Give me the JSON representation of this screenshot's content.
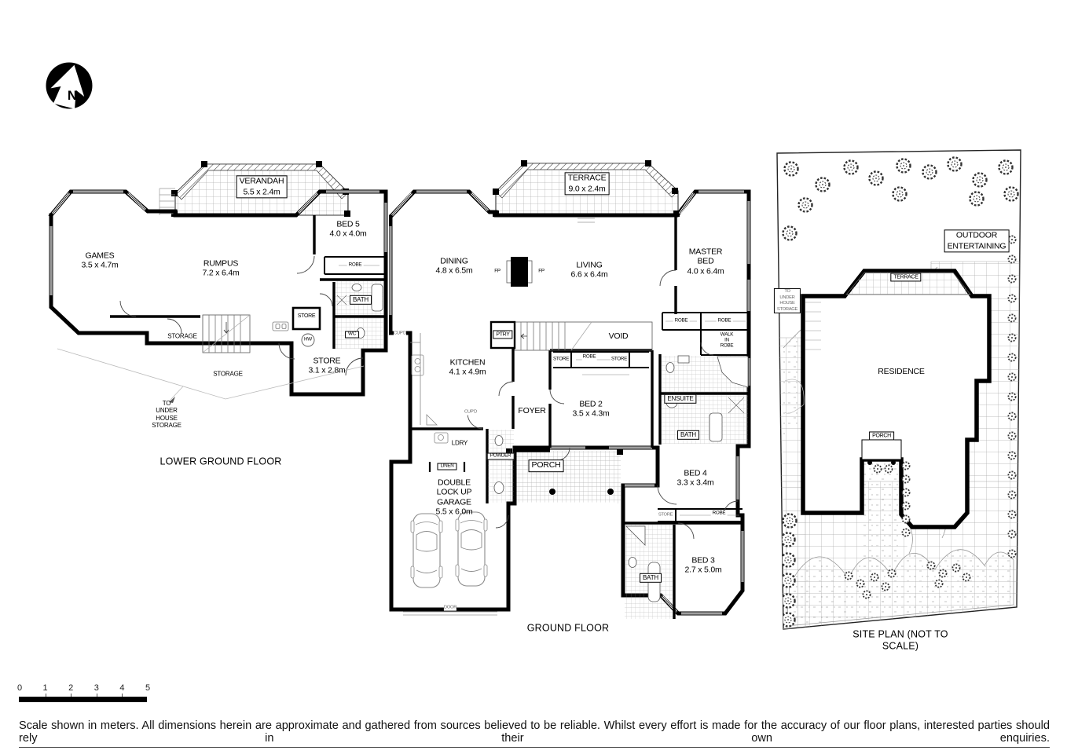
{
  "colors": {
    "ink": "#000000",
    "wall": "#000000",
    "thin_line": "#555555",
    "pattern_line": "#b5b5b5",
    "paper": "#ffffff"
  },
  "north_label": "N",
  "lgf": {
    "title": "LOWER GROUND FLOOR",
    "labels": {
      "verandah": "VERANDAH\n5.5 x 2.4m",
      "games": "GAMES\n3.5 x 4.7m",
      "rumpus": "RUMPUS\n7.2 x 6.4m",
      "bed5": "BED 5\n4.0 x 4.0m",
      "robe": "ROBE",
      "bath": "BATH",
      "wc": "WC",
      "hw": "HW",
      "store_small": "STORE",
      "store": "STORE\n3.1 x 2.8m",
      "storage_a": "STORAGE",
      "storage_b": "STORAGE",
      "under_house": "TO\nUNDER\nHOUSE\nSTORAGE"
    }
  },
  "gf": {
    "title": "GROUND FLOOR",
    "labels": {
      "terrace": "TERRACE\n9.0 x 2.4m",
      "dining": "DINING\n4.8 x 6.5m",
      "living": "LIVING\n6.6 x 6.4m",
      "master": "MASTER\nBED\n4.0 x 6.4m",
      "fp_left": "FP",
      "fp_right": "FP",
      "robe_living": "ROBE",
      "robe_master": "ROBE",
      "walk_in_robe": "WALK\nIN\nROBE",
      "ptry": "PTRY",
      "kitchen": "KITCHEN\n4.1 x 4.9m",
      "cupd_a": "CUP'D",
      "cupd_b": "CUP'D",
      "void": "VOID",
      "store_left": "STORE",
      "robe_bed2": "ROBE",
      "store_right": "STORE",
      "bed2": "BED 2\n3.5 x 4.3m",
      "foyer": "FOYER",
      "ensuite": "ENSUITE",
      "bath": "BATH",
      "ldry": "LDRY",
      "powder": "POWDER",
      "linen": "LINEN",
      "porch": "PORCH",
      "garage": "DOUBLE\nLOCK UP\nGARAGE\n5.5 x 6.0m",
      "door": "DOOR",
      "bed4": "BED 4\n3.3 x 3.4m",
      "store_bed4": "STORE",
      "robe_bed4": "ROBE",
      "bed3": "BED 3\n2.7 x 5.0m",
      "bath2": "BATH"
    }
  },
  "site": {
    "title": "SITE PLAN (NOT TO SCALE)",
    "labels": {
      "outdoor": "OUTDOOR\nENTERTAINING",
      "terrace": "TERRACE",
      "residence": "RESIDENCE",
      "porch": "PORCH",
      "under_house": "TO\nUNDER\nHOUSE\nSTORAGE"
    }
  },
  "scalebar": {
    "ticks": [
      "0",
      "1",
      "2",
      "3",
      "4",
      "5"
    ]
  },
  "disclaimer": "Scale shown in meters. All dimensions herein are approximate and gathered from sources believed to be reliable. Whilst every effort is made for the accuracy of our floor plans, interested parties should rely in their own enquiries."
}
